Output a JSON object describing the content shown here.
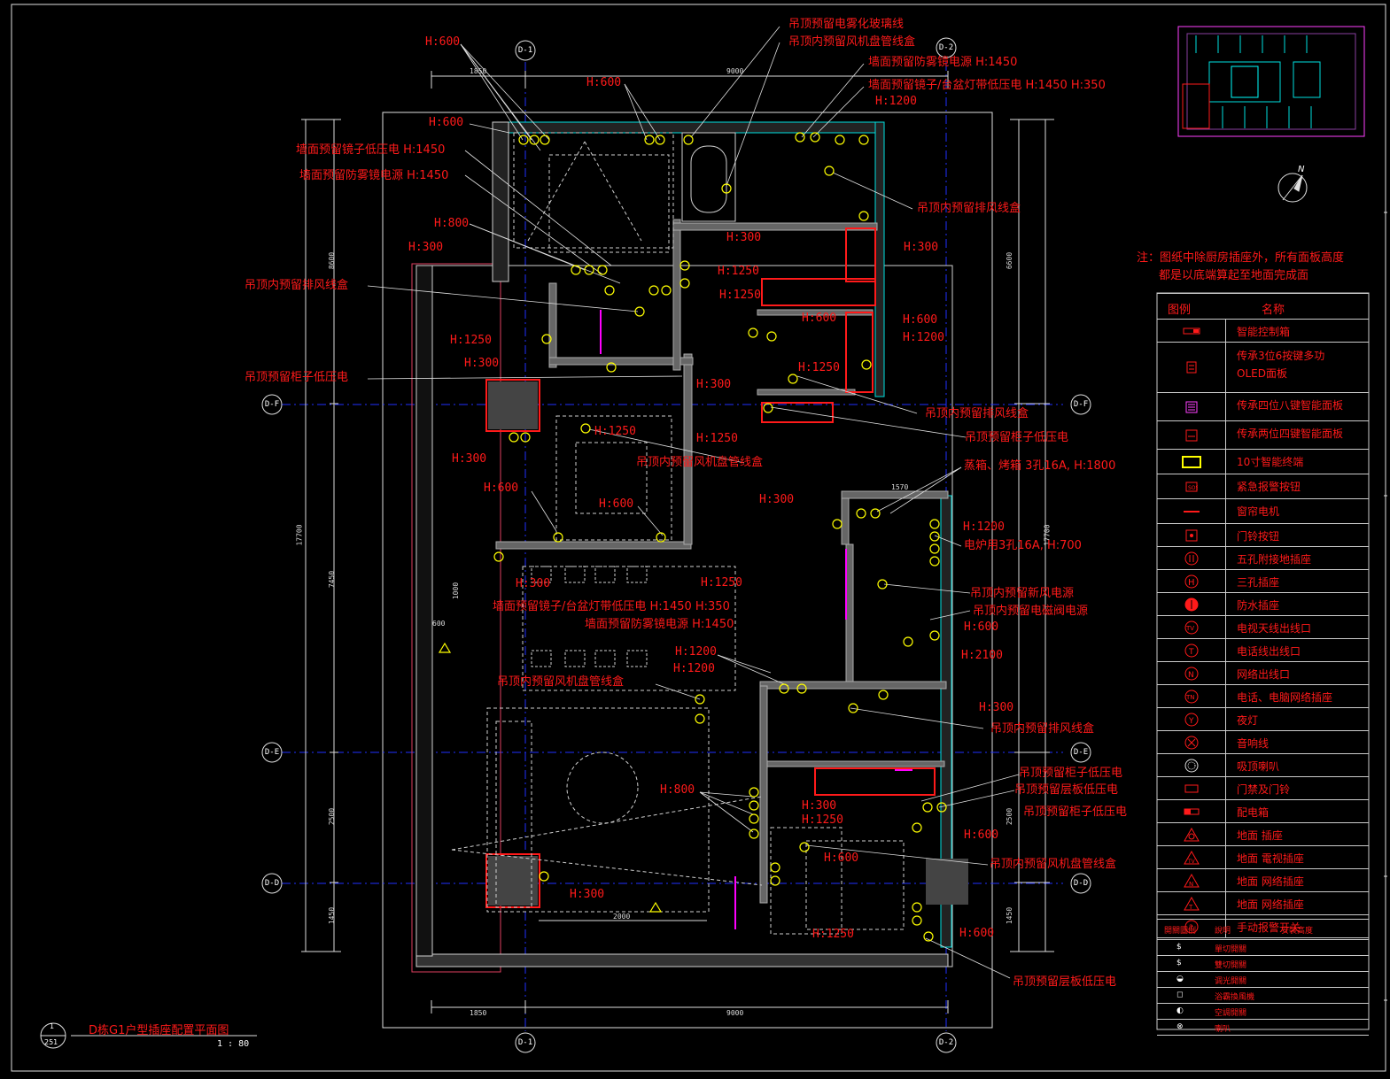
{
  "drawing": {
    "title": "D栋G1户型插座配置平面图",
    "scale": "1 : 80",
    "sheet_number": "1",
    "sheet_ref": "251"
  },
  "note": {
    "line1": "注：图纸中除厨房插座外，所有面板高度",
    "line2": "都是以底端算起至地面完成面"
  },
  "north_label": "N",
  "grid": {
    "d1": "D-1",
    "d2": "D-2",
    "df": "D-F",
    "de": "D-E",
    "dd": "D-D"
  },
  "dimensions": {
    "top_left": "1850",
    "top_right": "9000",
    "bottom_left": "1850",
    "bottom_right": "9000",
    "left_1": "8600",
    "left_total": "17700",
    "left_2": "7450",
    "left_3": "2500",
    "left_4": "1450",
    "right_1": "6600",
    "right_total": "17700",
    "right_2": "2500",
    "right_3": "1450",
    "kitchen": "1570",
    "table": "1000",
    "h600": "600",
    "bed": "2000"
  },
  "annotations": [
    {
      "id": "a1",
      "text": "H:600",
      "cn": false
    },
    {
      "id": "a2",
      "text": "吊顶预留电雾化玻璃线",
      "cn": true
    },
    {
      "id": "a3",
      "text": "吊顶内预留风机盘管线盒",
      "cn": true
    },
    {
      "id": "a4",
      "text": "H:600",
      "cn": false
    },
    {
      "id": "a5",
      "text": "墙面预留防雾镜电源 H:1450",
      "cn": true
    },
    {
      "id": "a6",
      "text": "墙面预留镜子/台盆灯带低压电 H:1450 H:350",
      "cn": true
    },
    {
      "id": "a7",
      "text": "H:1200",
      "cn": false
    },
    {
      "id": "a8",
      "text": "H:600",
      "cn": false
    },
    {
      "id": "a9",
      "text": "墙面预留镜子低压电 H:1450",
      "cn": true
    },
    {
      "id": "a10",
      "text": "墙面预留防雾镜电源 H:1450",
      "cn": true
    },
    {
      "id": "a11",
      "text": "吊顶内预留排风线盒",
      "cn": true
    },
    {
      "id": "a12",
      "text": "H:800",
      "cn": false
    },
    {
      "id": "a13",
      "text": "H:300",
      "cn": false
    },
    {
      "id": "a14",
      "text": "H:300",
      "cn": false
    },
    {
      "id": "a15",
      "text": "H:1250",
      "cn": false
    },
    {
      "id": "a16",
      "text": "H:300",
      "cn": false
    },
    {
      "id": "a17",
      "text": "吊顶内预留排风线盒",
      "cn": true
    },
    {
      "id": "a18",
      "text": "H:1250",
      "cn": false
    },
    {
      "id": "a19",
      "text": "H:1250",
      "cn": false
    },
    {
      "id": "a20",
      "text": "H:600",
      "cn": false
    },
    {
      "id": "a21",
      "text": "H:600",
      "cn": false
    },
    {
      "id": "a22",
      "text": "H:1200",
      "cn": false
    },
    {
      "id": "a23",
      "text": "H:1250",
      "cn": false
    },
    {
      "id": "a24",
      "text": "H:300",
      "cn": false
    },
    {
      "id": "a25",
      "text": "H:300",
      "cn": false
    },
    {
      "id": "a26",
      "text": "吊顶预留柜子低压电",
      "cn": true
    },
    {
      "id": "a27",
      "text": "吊顶内预留排风线盒",
      "cn": true
    },
    {
      "id": "a28",
      "text": "吊顶预留柜子低压电",
      "cn": true
    },
    {
      "id": "a29",
      "text": "H:1250",
      "cn": false
    },
    {
      "id": "a30",
      "text": "H:1250",
      "cn": false
    },
    {
      "id": "a31",
      "text": "吊顶内预留风机盘管线盒",
      "cn": true
    },
    {
      "id": "a32",
      "text": "蒸箱、烤箱 3孔16A,  H:1800",
      "cn": true
    },
    {
      "id": "a33",
      "text": "H:300",
      "cn": false
    },
    {
      "id": "a34",
      "text": "H:600",
      "cn": false
    },
    {
      "id": "a35",
      "text": "H:600",
      "cn": false
    },
    {
      "id": "a36",
      "text": "H:300",
      "cn": false
    },
    {
      "id": "a37",
      "text": "H:1200",
      "cn": false
    },
    {
      "id": "a38",
      "text": "电炉用3孔16A,  H:700",
      "cn": true
    },
    {
      "id": "a39",
      "text": "H:300",
      "cn": false
    },
    {
      "id": "a40",
      "text": "H:1250",
      "cn": false
    },
    {
      "id": "a41",
      "text": "吊顶内预留新风电源",
      "cn": true
    },
    {
      "id": "a42",
      "text": "墙面预留镜子/台盆灯带低压电 H:1450 H:350",
      "cn": true
    },
    {
      "id": "a43",
      "text": "吊顶内预留电磁阀电源",
      "cn": true
    },
    {
      "id": "a44",
      "text": "墙面预留防雾镜电源 H:1450",
      "cn": true
    },
    {
      "id": "a45",
      "text": "H:600",
      "cn": false
    },
    {
      "id": "a46",
      "text": "H:1200",
      "cn": false
    },
    {
      "id": "a47",
      "text": "H:1200",
      "cn": false
    },
    {
      "id": "a48",
      "text": "H:2100",
      "cn": false
    },
    {
      "id": "a49",
      "text": "吊顶内预留风机盘管线盒",
      "cn": true
    },
    {
      "id": "a50",
      "text": "H:300",
      "cn": false
    },
    {
      "id": "a51",
      "text": "吊顶内预留排风线盒",
      "cn": true
    },
    {
      "id": "a52",
      "text": "吊顶预留柜子低压电",
      "cn": true
    },
    {
      "id": "a53",
      "text": "H:800",
      "cn": false
    },
    {
      "id": "a54",
      "text": "吊顶预留层板低压电",
      "cn": true
    },
    {
      "id": "a55",
      "text": "H:300",
      "cn": false
    },
    {
      "id": "a56",
      "text": "吊顶预留柜子低压电",
      "cn": true
    },
    {
      "id": "a57",
      "text": "H:1250",
      "cn": false
    },
    {
      "id": "a58",
      "text": "H:600",
      "cn": false
    },
    {
      "id": "a59",
      "text": "H:600",
      "cn": false
    },
    {
      "id": "a60",
      "text": "吊顶内预留风机盘管线盒",
      "cn": true
    },
    {
      "id": "a61",
      "text": "H:300",
      "cn": false
    },
    {
      "id": "a62",
      "text": "H:1250",
      "cn": false
    },
    {
      "id": "a63",
      "text": "H:600",
      "cn": false
    },
    {
      "id": "a64",
      "text": "吊顶预留层板低压电",
      "cn": true
    }
  ],
  "legend": {
    "col_symbol": "图例",
    "col_name": "名称",
    "items": [
      {
        "name": "智能控制箱",
        "icon": "control-box",
        "h": 25
      },
      {
        "name": "传承3位6按键多功",
        "name2": "OLED面板",
        "icon": "oled-panel",
        "h": 56
      },
      {
        "name": "传承四位八键智能面板",
        "icon": "panel-8key",
        "h": 31
      },
      {
        "name": "传承两位四键智能面板",
        "icon": "panel-4key",
        "h": 31
      },
      {
        "name": "10寸智能终端",
        "icon": "terminal",
        "h": 27
      },
      {
        "name": "紧急报警按钮",
        "icon": "alarm-button",
        "h": 27
      },
      {
        "name": "窗帘电机",
        "icon": "curtain-motor",
        "h": 27
      },
      {
        "name": "门铃按钮",
        "icon": "doorbell-button",
        "h": 25
      },
      {
        "name": "五孔附接地插座",
        "icon": "socket-5",
        "h": 25
      },
      {
        "name": "三孔插座",
        "icon": "socket-3",
        "h": 25
      },
      {
        "name": "防水插座",
        "icon": "waterproof-socket",
        "h": 25
      },
      {
        "name": "电视天线出线口",
        "icon": "tv-outlet",
        "h": 25
      },
      {
        "name": "电话线出线口",
        "icon": "phone-outlet",
        "h": 25
      },
      {
        "name": "网络出线口",
        "icon": "network-outlet",
        "h": 25
      },
      {
        "name": "电话、电脑网络插座",
        "icon": "phone-net-socket",
        "h": 25
      },
      {
        "name": "夜灯",
        "icon": "night-light",
        "h": 25
      },
      {
        "name": "音响线",
        "icon": "speaker-line",
        "h": 25
      },
      {
        "name": "吸顶喇叭",
        "icon": "ceiling-speaker",
        "h": 25
      },
      {
        "name": "门禁及门铃",
        "icon": "access-control",
        "h": 25
      },
      {
        "name": "配电箱",
        "icon": "distribution-box",
        "h": 25
      },
      {
        "name": "地面  插座",
        "icon": "floor-socket",
        "h": 25
      },
      {
        "name": "地面  電视插座",
        "icon": "floor-tv-socket",
        "h": 25
      },
      {
        "name": "地面  网络插座",
        "icon": "floor-net-socket",
        "h": 25
      },
      {
        "name": "地面  网络插座",
        "icon": "floor-net-socket-2",
        "h": 25
      },
      {
        "name": "手动报警开关",
        "icon": "manual-alarm",
        "h": 25
      }
    ]
  },
  "switch_table": {
    "col1": "開關圖例",
    "col2": "說明",
    "col3": "安裝高度",
    "rows": [
      {
        "sym": "$",
        "desc": "單切開關"
      },
      {
        "sym": "$",
        "desc": "雙切開關"
      },
      {
        "sym": "◒",
        "desc": "调光開關"
      },
      {
        "sym": "◻",
        "desc": "浴霸換風機"
      },
      {
        "sym": "◐",
        "desc": "空調開關"
      },
      {
        "sym": "⊗",
        "desc": "喇叭"
      }
    ]
  },
  "colors": {
    "wall_red": "#ff1a1a",
    "wall_cyan": "#00e0e0",
    "device_yellow": "#ffff00",
    "magenta": "#ff00ff",
    "furniture_white": "#d0d0d0",
    "grid_blue": "#2030ff",
    "text_red": "#ff1a1a"
  }
}
